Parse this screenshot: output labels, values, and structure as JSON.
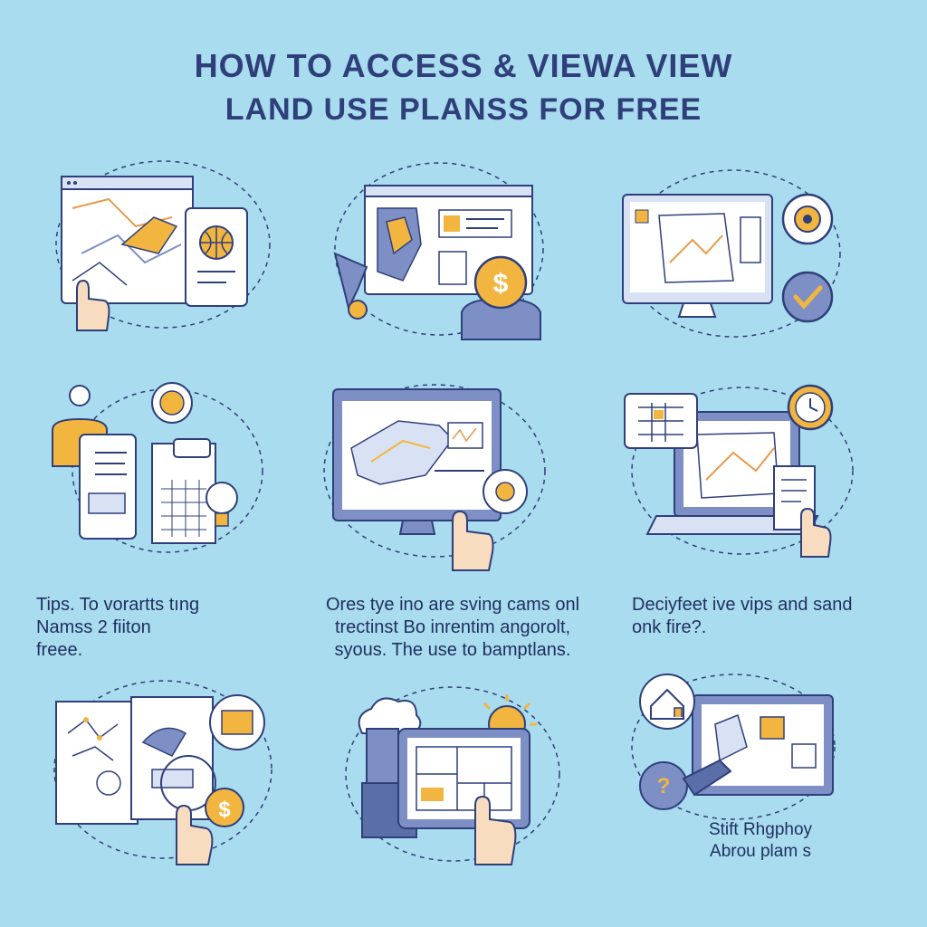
{
  "title": {
    "line1": "HOW TO ACCESS & VIEWA VIEW",
    "line2": "LAND USE PLANSS FOR FREE"
  },
  "captions": {
    "left": [
      "Tips. To vorartts tıng",
      "Namss 2 fiiton",
      "freee."
    ],
    "center": [
      "Ores tye ino are sving cams onl",
      "trectinst Bo inrentim angorolt,",
      "syous. The use to bamptlans."
    ],
    "right": [
      "Deciyfeet ive vips and sand",
      "onk fire?."
    ],
    "bottom_right": [
      "Stift Rhgphoy",
      "Abrou plam s"
    ]
  },
  "colors": {
    "background": "#a9dcef",
    "ink": "#2f3f7a",
    "accent": "#f2b640",
    "screen": "#ffffff",
    "frame": "#7d8fc4"
  },
  "icons": {
    "r1c1": "map-tablet-icon",
    "r1c2": "map-dollar-icon",
    "r1c3": "monitor-check-icon",
    "r2c1": "document-person-icon",
    "r2c2": "monitor-map-icon",
    "r2c3": "laptop-calendar-icon",
    "r3c1": "documents-dollar-icon",
    "r3c2": "tablet-floorplan-icon",
    "r3c3": "house-question-icon"
  }
}
